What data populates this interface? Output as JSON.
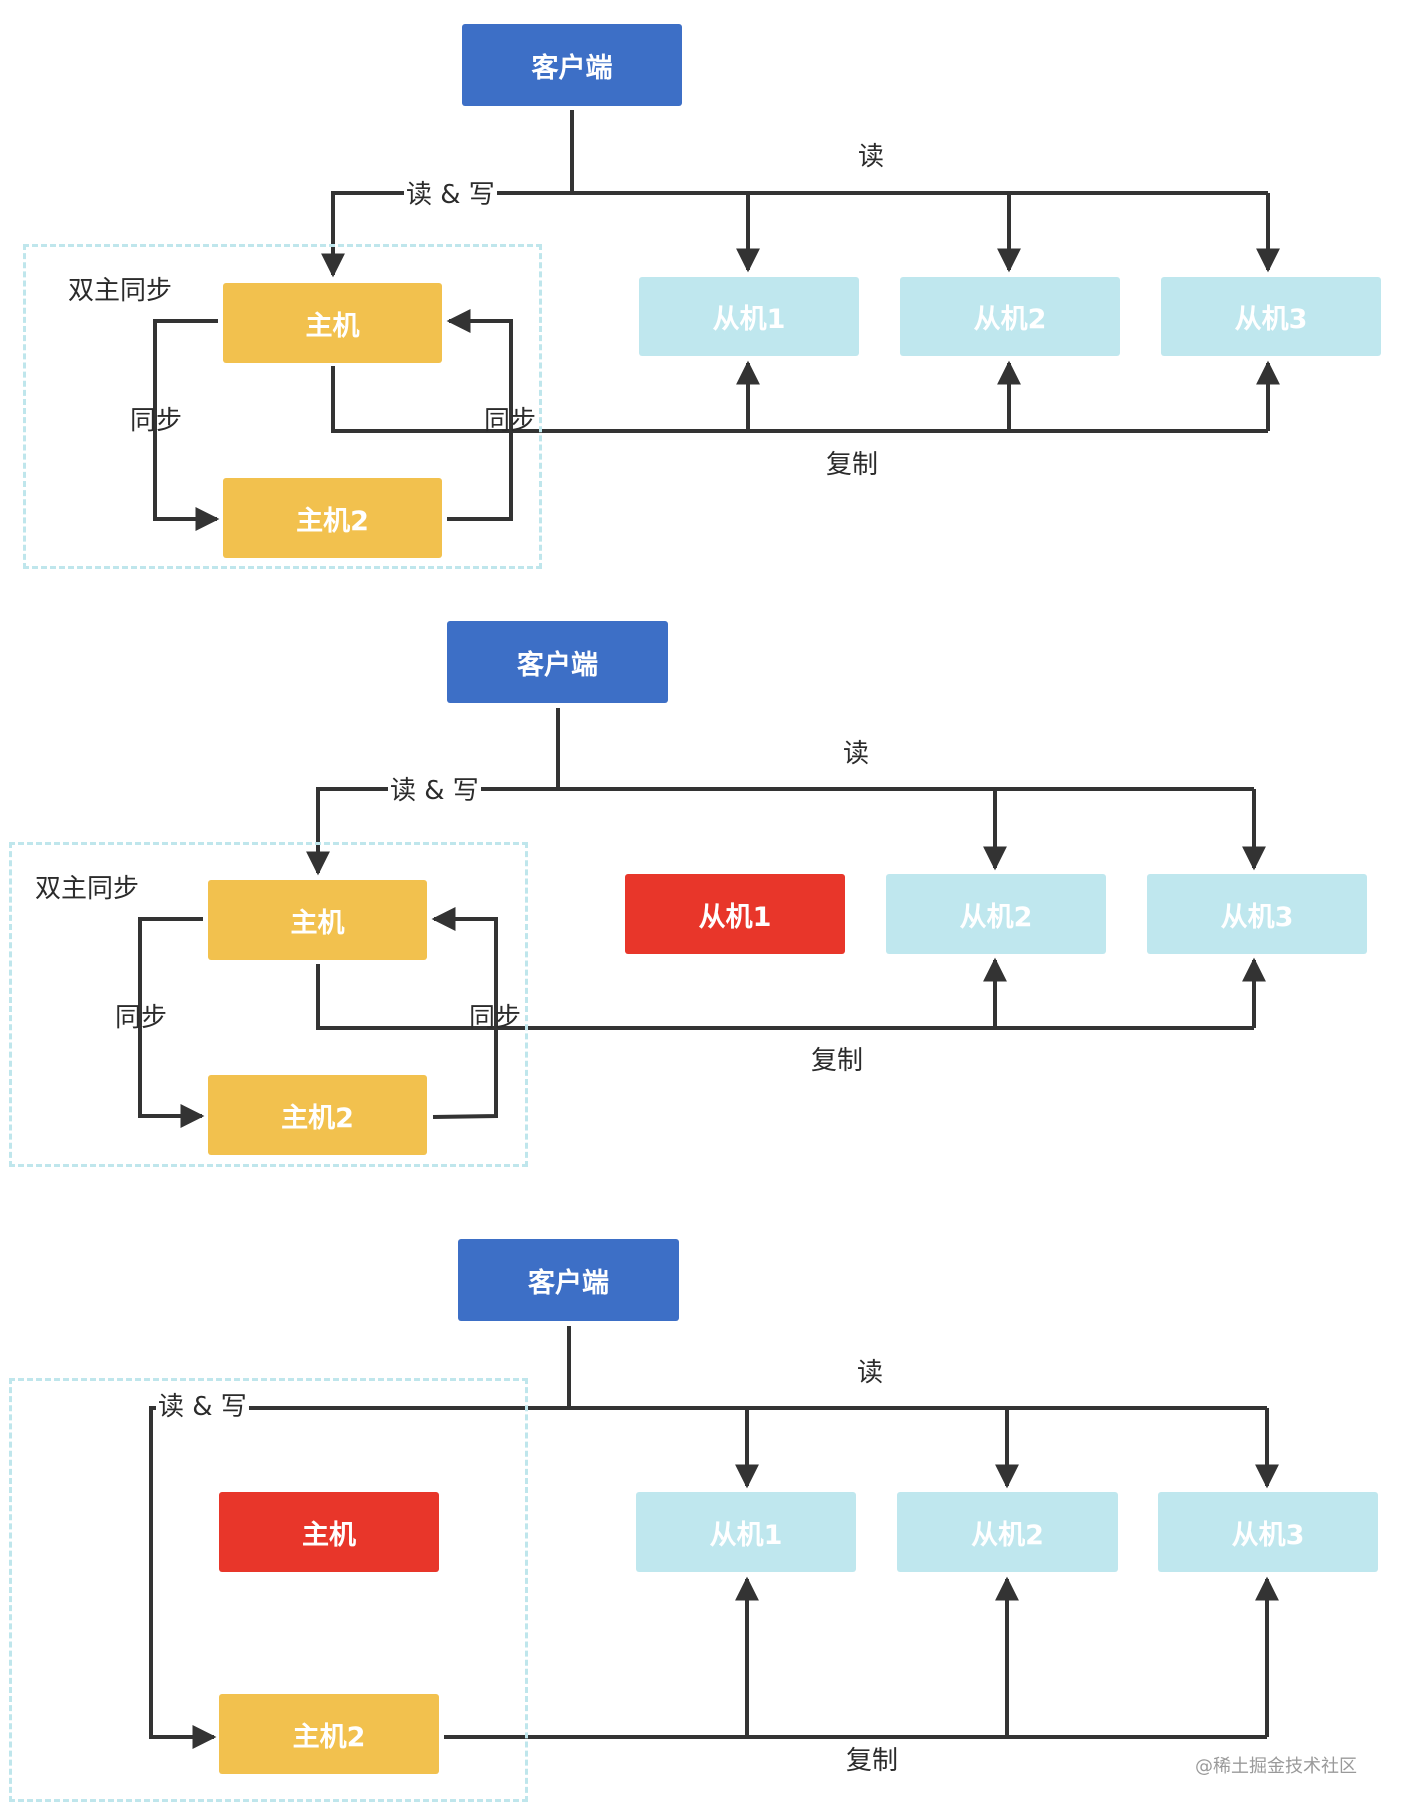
{
  "colors": {
    "client": "#3d6fc6",
    "master": "#f2c14e",
    "failed": "#e8362a",
    "slave": "#bfe7ee",
    "edge": "#333333",
    "group_border": "#bfe6ec"
  },
  "diagrams": [
    {
      "client": "客户端",
      "read_write": "读 & 写",
      "read": "读",
      "replicate": "复制",
      "group_label": "双主同步",
      "sync_left": "同步",
      "sync_right": "同步",
      "master": "主机",
      "master2": "主机2",
      "slaves": [
        "从机1",
        "从机2",
        "从机3"
      ]
    },
    {
      "client": "客户端",
      "read_write": "读 & 写",
      "read": "读",
      "replicate": "复制",
      "group_label": "双主同步",
      "sync_left": "同步",
      "sync_right": "同步",
      "master": "主机",
      "master2": "主机2",
      "slaves": [
        "从机1",
        "从机2",
        "从机3"
      ]
    },
    {
      "client": "客户端",
      "read_write": "读 & 写",
      "read": "读",
      "replicate": "复制",
      "master": "主机",
      "master2": "主机2",
      "slaves": [
        "从机1",
        "从机2",
        "从机3"
      ]
    }
  ],
  "watermark": "@稀土掘金技术社区"
}
